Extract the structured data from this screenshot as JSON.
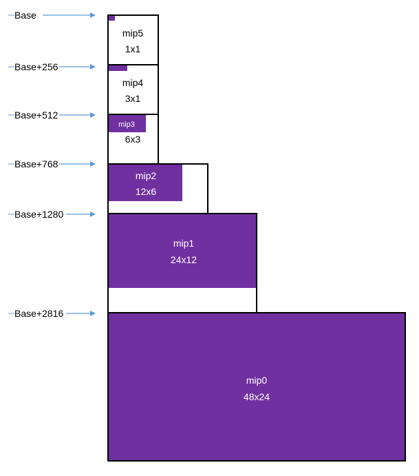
{
  "colors": {
    "fill": "#7030a0",
    "outline": "#000000",
    "arrow": "#5b9bd5"
  },
  "addresses": [
    {
      "label": "Base"
    },
    {
      "label": "Base+256"
    },
    {
      "label": "Base+512"
    },
    {
      "label": "Base+768"
    },
    {
      "label": "Base+1280"
    },
    {
      "label": "Base+2816"
    }
  ],
  "mips": [
    {
      "name": "mip5",
      "size": "1x1"
    },
    {
      "name": "mip4",
      "size": "3x1"
    },
    {
      "name": "mip3",
      "size": "6x3"
    },
    {
      "name": "mip2",
      "size": "12x6"
    },
    {
      "name": "mip1",
      "size": "24x12"
    },
    {
      "name": "mip0",
      "size": "48x24"
    }
  ]
}
